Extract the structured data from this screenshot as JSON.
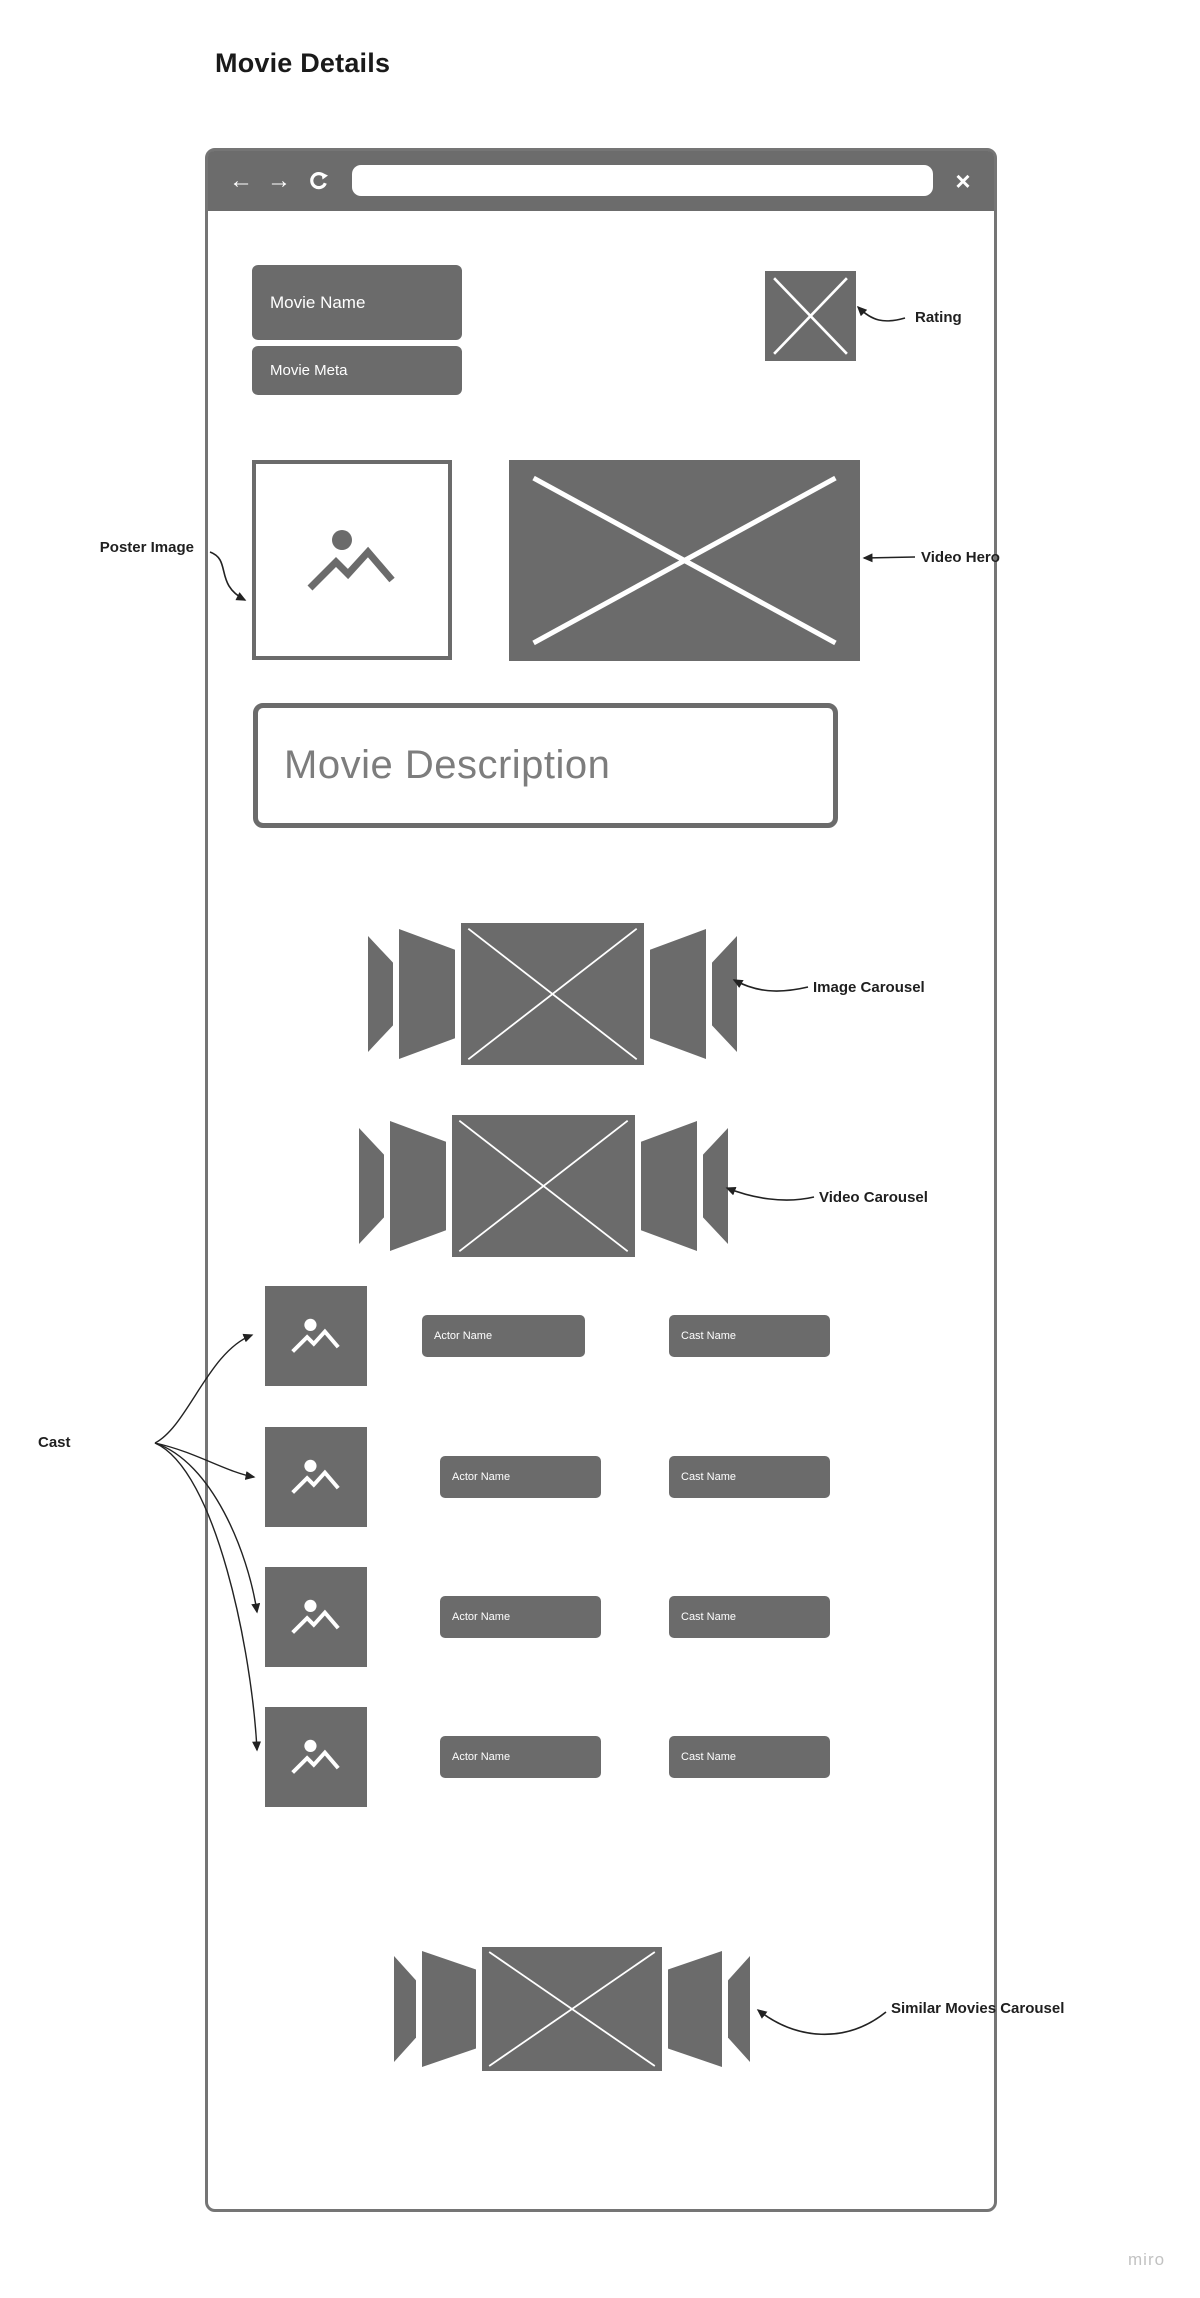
{
  "page": {
    "title": "Movie Details",
    "watermark": "miro"
  },
  "browser_bar": {
    "back_icon": "←",
    "forward_icon": "→",
    "refresh_icon": "refresh",
    "close_icon": "×",
    "url_value": "",
    "url_placeholder": ""
  },
  "wireframe": {
    "movie_name": "Movie Name",
    "movie_meta": "Movie Meta",
    "movie_description": "Movie Description",
    "cast_rows": [
      {
        "actor_name": "Actor Name",
        "cast_name": "Cast Name"
      },
      {
        "actor_name": "Actor Name",
        "cast_name": "Cast Name"
      },
      {
        "actor_name": "Actor Name",
        "cast_name": "Cast Name"
      },
      {
        "actor_name": "Actor Name",
        "cast_name": "Cast Name"
      }
    ]
  },
  "annotations": {
    "rating": "Rating",
    "poster_image": "Poster Image",
    "video_hero": "Video Hero",
    "image_carousel": "Image Carousel",
    "video_carousel": "Video Carousel",
    "cast": "Cast",
    "similar_movies_carousel": "Similar Movies Carousel"
  },
  "colors": {
    "shape_gray": "#6b6b6b",
    "chrome_gray": "#6c6c6c",
    "annotation_text": "#1f1f1f",
    "description_text": "#7d7d7d",
    "arrow": "#222222",
    "watermark": "#c2c2c2"
  }
}
